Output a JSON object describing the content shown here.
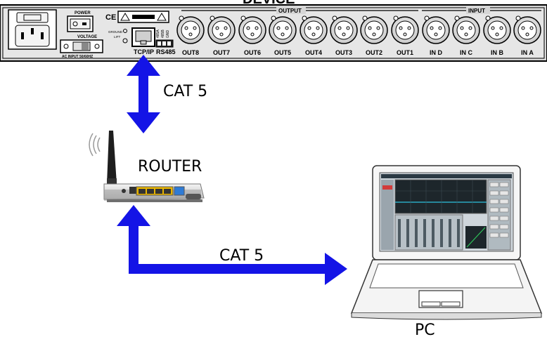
{
  "device": {
    "title_partial": "DEVICE",
    "power_label": "POWER",
    "voltage_label": "VOLTAGE",
    "ac_input_label": "AC INPUT  50/60HZ",
    "ground_label": "GROUND",
    "lift_label": "LIFT",
    "tcpip_label": "TCP/IP",
    "rs485_label": "RS485",
    "rs485_pins": [
      "485A",
      "485B",
      "GND"
    ],
    "output_group_label": "OUTPUT",
    "input_group_label": "INPUT",
    "outputs": [
      "OUT8",
      "OUT7",
      "OUT6",
      "OUT5",
      "OUT4",
      "OUT3",
      "OUT2",
      "OUT1"
    ],
    "inputs": [
      "IN D",
      "IN C",
      "IN B",
      "IN A"
    ],
    "ce_mark": "CE"
  },
  "links": {
    "device_router": "CAT 5",
    "router_pc": "CAT 5"
  },
  "router_label": "ROUTER",
  "pc_label": "PC",
  "colors": {
    "arrow": "#1414e6",
    "panel": "#d4d4d4",
    "router_port": "#e8b400",
    "screen": "#37474f"
  }
}
